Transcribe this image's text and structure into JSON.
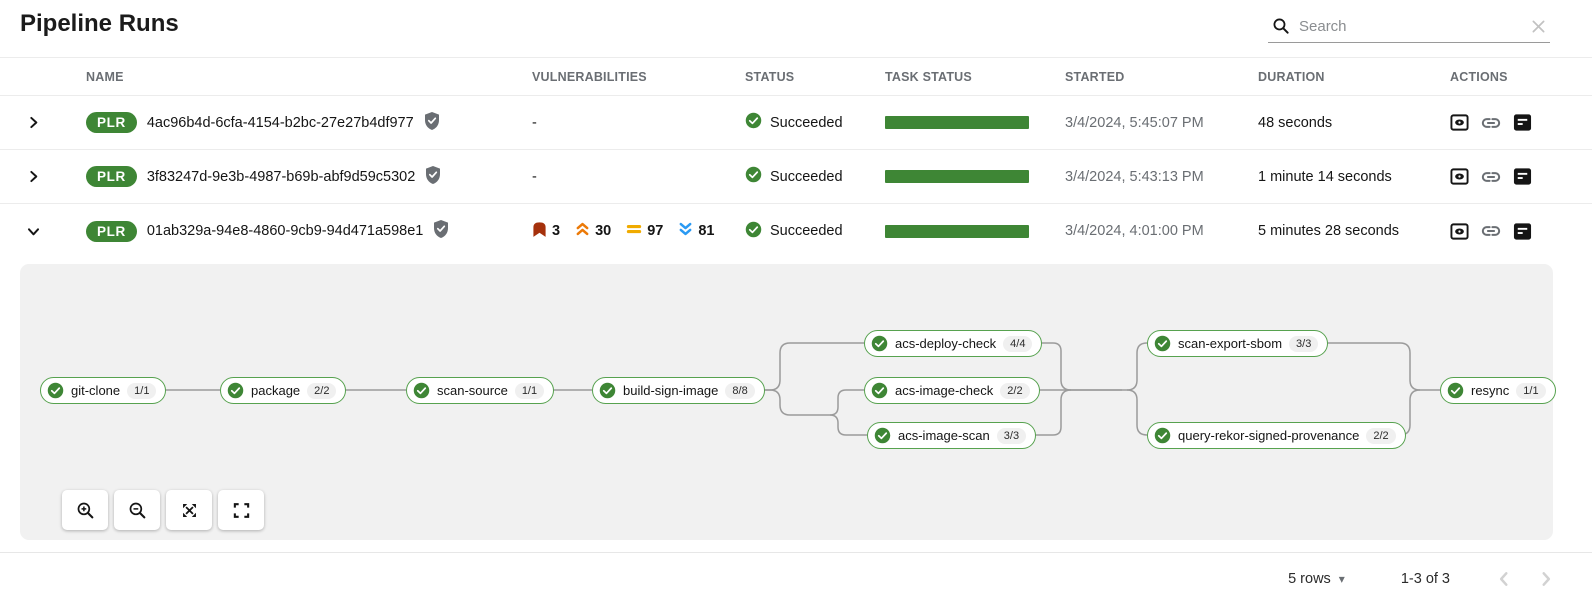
{
  "page": {
    "title": "Pipeline Runs"
  },
  "search": {
    "placeholder": "Search"
  },
  "table": {
    "columns": [
      "NAME",
      "VULNERABILITIES",
      "STATUS",
      "TASK STATUS",
      "STARTED",
      "DURATION",
      "ACTIONS"
    ],
    "rows": [
      {
        "badge": "PLR",
        "name": "4ac96b4d-6cfa-4154-b2bc-27e27b4df977",
        "vulnerabilities_text": "-",
        "status": "Succeeded",
        "started": "3/4/2024, 5:45:07 PM",
        "duration": "48 seconds",
        "expanded": false
      },
      {
        "badge": "PLR",
        "name": "3f83247d-9e3b-4987-b69b-abf9d59c5302",
        "vulnerabilities_text": "-",
        "status": "Succeeded",
        "started": "3/4/2024, 5:43:13 PM",
        "duration": "1 minute 14 seconds",
        "expanded": false
      },
      {
        "badge": "PLR",
        "name": "01ab329a-94e8-4860-9cb9-94d471a598e1",
        "vulnerabilities": {
          "critical": "3",
          "important": "30",
          "moderate": "97",
          "low": "81"
        },
        "status": "Succeeded",
        "started": "3/4/2024, 4:01:00 PM",
        "duration": "5 minutes 28 seconds",
        "expanded": true
      }
    ]
  },
  "pipeline_graph": {
    "nodes": [
      {
        "label": "git-clone",
        "count": "1/1",
        "status": "Succeeded"
      },
      {
        "label": "package",
        "count": "2/2",
        "status": "Succeeded"
      },
      {
        "label": "scan-source",
        "count": "1/1",
        "status": "Succeeded"
      },
      {
        "label": "build-sign-image",
        "count": "8/8",
        "status": "Succeeded"
      },
      {
        "label": "acs-deploy-check",
        "count": "4/4",
        "status": "Succeeded"
      },
      {
        "label": "acs-image-check",
        "count": "2/2",
        "status": "Succeeded"
      },
      {
        "label": "acs-image-scan",
        "count": "3/3",
        "status": "Succeeded"
      },
      {
        "label": "scan-export-sbom",
        "count": "3/3",
        "status": "Succeeded"
      },
      {
        "label": "query-rekor-signed-provenance",
        "count": "2/2",
        "status": "Succeeded"
      },
      {
        "label": "resync",
        "count": "1/1",
        "status": "Succeeded"
      }
    ],
    "toolbar_icons": [
      "zoom-in",
      "zoom-out",
      "fit-to-screen",
      "reset-view"
    ]
  },
  "footer": {
    "rows_per_page": "5 rows",
    "range": "1-3 of 3"
  },
  "icons": {
    "search": "magnifier",
    "clear_search": "x-mark",
    "signed": "shield-check",
    "success": "check-circle",
    "actions": [
      "view-output",
      "link",
      "view-logs"
    ]
  },
  "colors": {
    "success_green": "#3E8635",
    "severity_critical": "#A5310C",
    "severity_important": "#EC7A08",
    "severity_moderate": "#F0AB00",
    "severity_low": "#2B9AF3",
    "panel_bg": "#f1f1f1"
  }
}
